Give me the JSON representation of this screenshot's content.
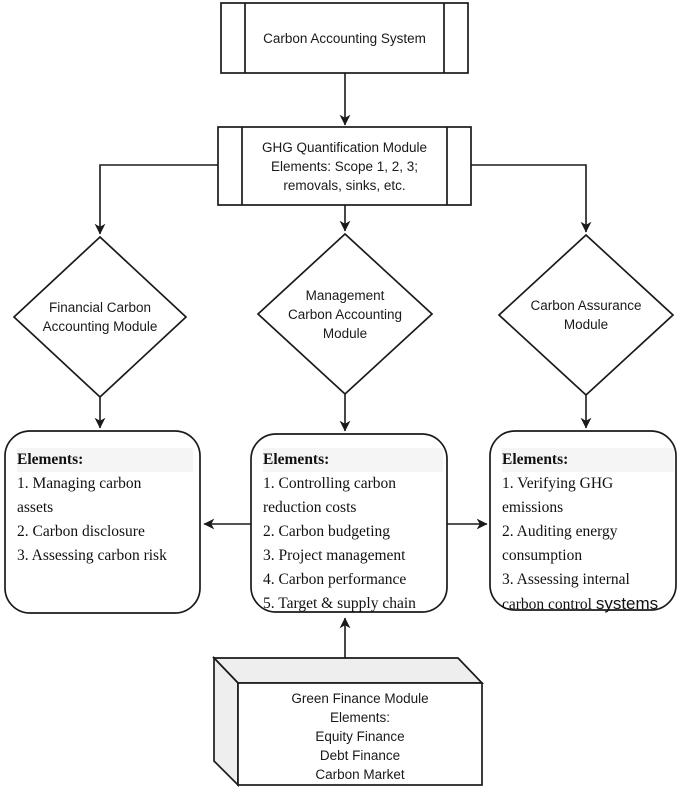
{
  "colors": {
    "stroke": "#1a1a1a",
    "cube_face": "#eeeeee",
    "heading_highlight": "#f5f5f5",
    "background": "#ffffff"
  },
  "nodes": {
    "system": {
      "label": "Carbon Accounting System"
    },
    "ghg": {
      "line1": "GHG Quantification Module",
      "line2": "Elements: Scope 1, 2, 3;",
      "line3": "removals, sinks, etc."
    },
    "financial_diamond": {
      "line1": "Financial Carbon",
      "line2": "Accounting Module"
    },
    "management_diamond": {
      "line1": "Management",
      "line2": "Carbon Accounting",
      "line3": "Module"
    },
    "assurance_diamond": {
      "line1": "Carbon Assurance",
      "line2": "Module"
    },
    "financial_elements": {
      "heading": "Elements:",
      "items": [
        "1. Managing carbon",
        "assets",
        "2. Carbon disclosure",
        "3. Assessing carbon risk"
      ]
    },
    "management_elements": {
      "heading": "Elements:",
      "items": [
        "1. Controlling carbon",
        "reduction costs",
        "2. Carbon budgeting",
        "3. Project management",
        "4. Carbon performance",
        "5. Target & supply chain"
      ]
    },
    "assurance_elements": {
      "heading": "Elements:",
      "items": [
        "1. Verifying GHG",
        "emissions",
        "2. Auditing energy",
        "consumption",
        "3. Assessing internal"
      ],
      "tail_serif": "carbon control ",
      "tail_sans": "systems"
    },
    "green_finance": {
      "line1": "Green Finance Module",
      "line2": "Elements:",
      "line3": "Equity Finance",
      "line4": "Debt Finance",
      "line5": "Carbon Market"
    }
  }
}
